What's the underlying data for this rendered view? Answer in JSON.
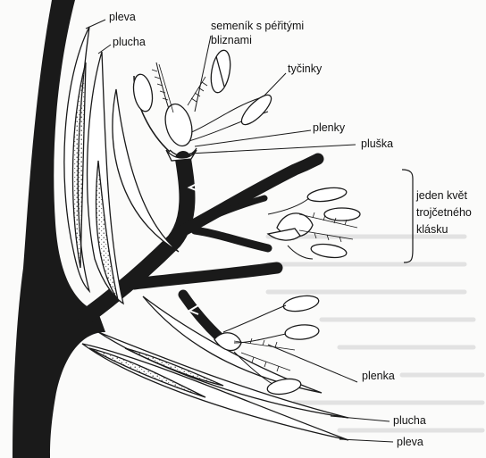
{
  "labels": {
    "pleva_top": "pleva",
    "plucha_top": "plucha",
    "semenik_line1": "semeník s péřitými",
    "semenik_line2": "bliznami",
    "tycinky": "tyčinky",
    "plenky": "plenky",
    "pluska": "pluška",
    "jeden_line1": "jeden květ",
    "jeden_line2": "trojčetného",
    "jeden_line3": "klásku",
    "plenka": "plenka",
    "plucha_bottom": "plucha",
    "pleva_bottom": "pleva"
  },
  "colors": {
    "ink": "#1a1a1a",
    "paper": "#fbfbfa",
    "faded_text": "#d8d8d8"
  }
}
